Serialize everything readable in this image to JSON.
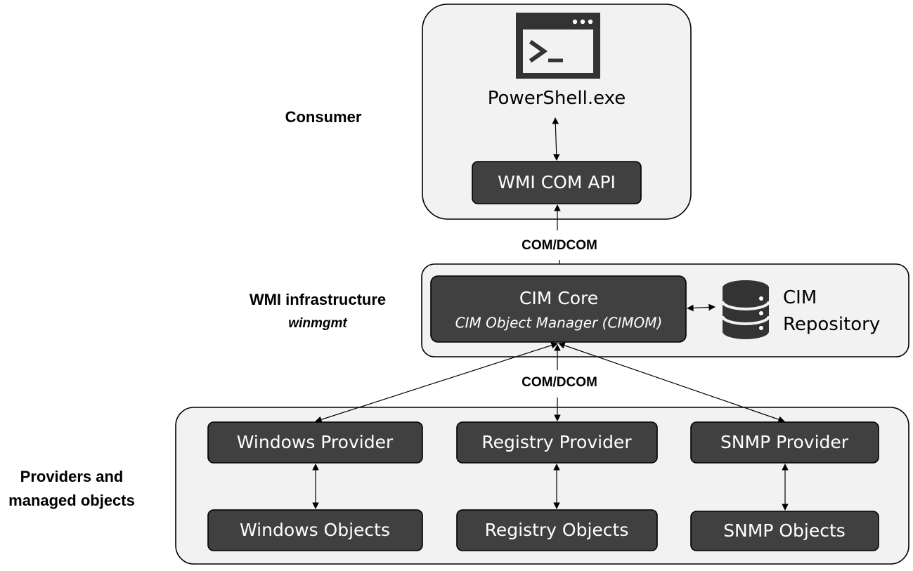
{
  "layers": {
    "consumer": "Consumer",
    "infrastructure": "WMI infrastructure",
    "infrastructure_service": "winmgmt",
    "providers_line1": "Providers and",
    "providers_line2": "managed objects"
  },
  "consumer_box": {
    "app_name": "PowerShell.exe",
    "app_icon": "terminal-window-icon",
    "api": "WMI COM API"
  },
  "protocols": {
    "upper": "COM/DCOM",
    "lower": "COM/DCOM"
  },
  "infrastructure_box": {
    "core_title": "CIM Core",
    "core_subtitle": "CIM Object Manager (CIMOM)",
    "repository_icon": "database-icon",
    "repository_line1": "CIM",
    "repository_line2": "Repository"
  },
  "providers": [
    {
      "provider": "Windows Provider",
      "objects": "Windows Objects"
    },
    {
      "provider": "Registry Provider",
      "objects": "Registry Objects"
    },
    {
      "provider": "SNMP Provider",
      "objects": "SNMP Objects"
    }
  ],
  "colors": {
    "node_fill": "#404040",
    "group_fill": "#f2f2f2",
    "node_text": "#ffffff"
  }
}
